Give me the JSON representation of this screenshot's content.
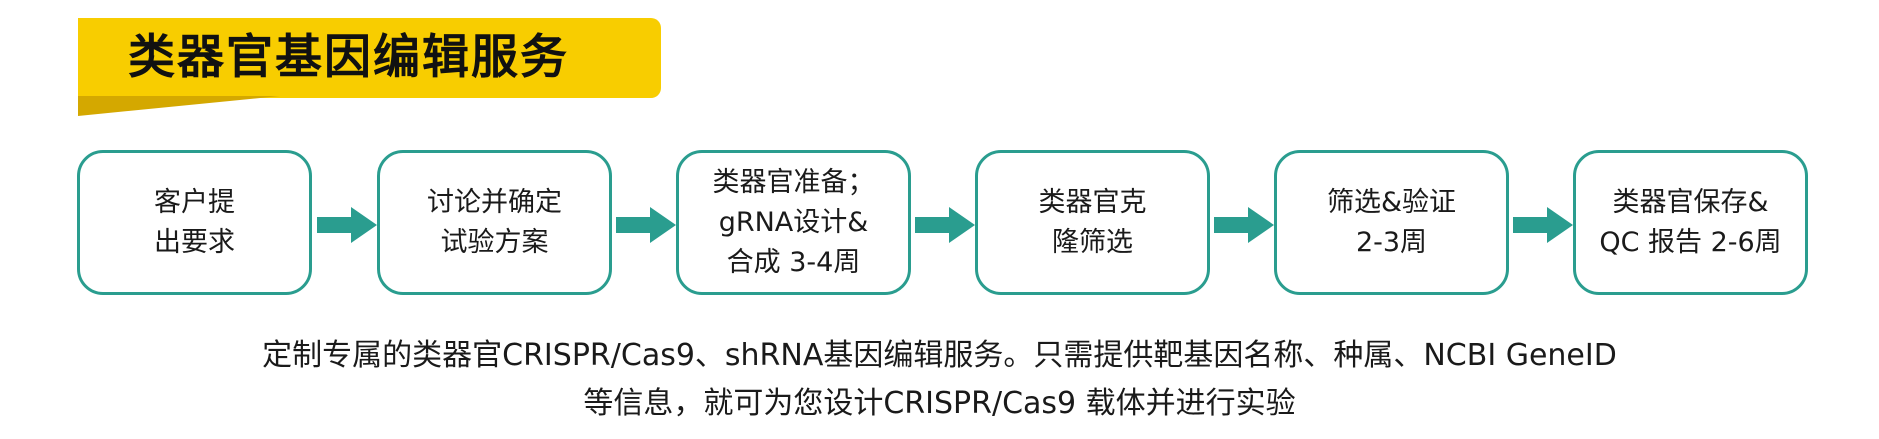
{
  "banner": {
    "title": "类器官基因编辑服务",
    "color": "#f8cd00",
    "shadow_color": "#d4a800"
  },
  "steps": [
    {
      "lines": [
        "客户提",
        "出要求"
      ]
    },
    {
      "lines": [
        "讨论并确定",
        "试验方案"
      ]
    },
    {
      "lines": [
        "类器官准备；",
        "gRNA设计&",
        "合成 3-4周"
      ]
    },
    {
      "lines": [
        "类器官克",
        "隆筛选"
      ]
    },
    {
      "lines": [
        "筛选&验证",
        "2-3周"
      ]
    },
    {
      "lines": [
        "类器官保存&",
        "QC 报告 2-6周"
      ]
    }
  ],
  "arrow": {
    "icon": "right-arrow-icon",
    "color": "#2a9d8f"
  },
  "box_border_color": "#2a9d8f",
  "description": {
    "line1": "定制专属的类器官CRISPR/Cas9、shRNA基因编辑服务。只需提供靶基因名称、种属、NCBI GeneID",
    "line2": "等信息，就可为您设计CRISPR/Cas9 载体并进行实验"
  }
}
